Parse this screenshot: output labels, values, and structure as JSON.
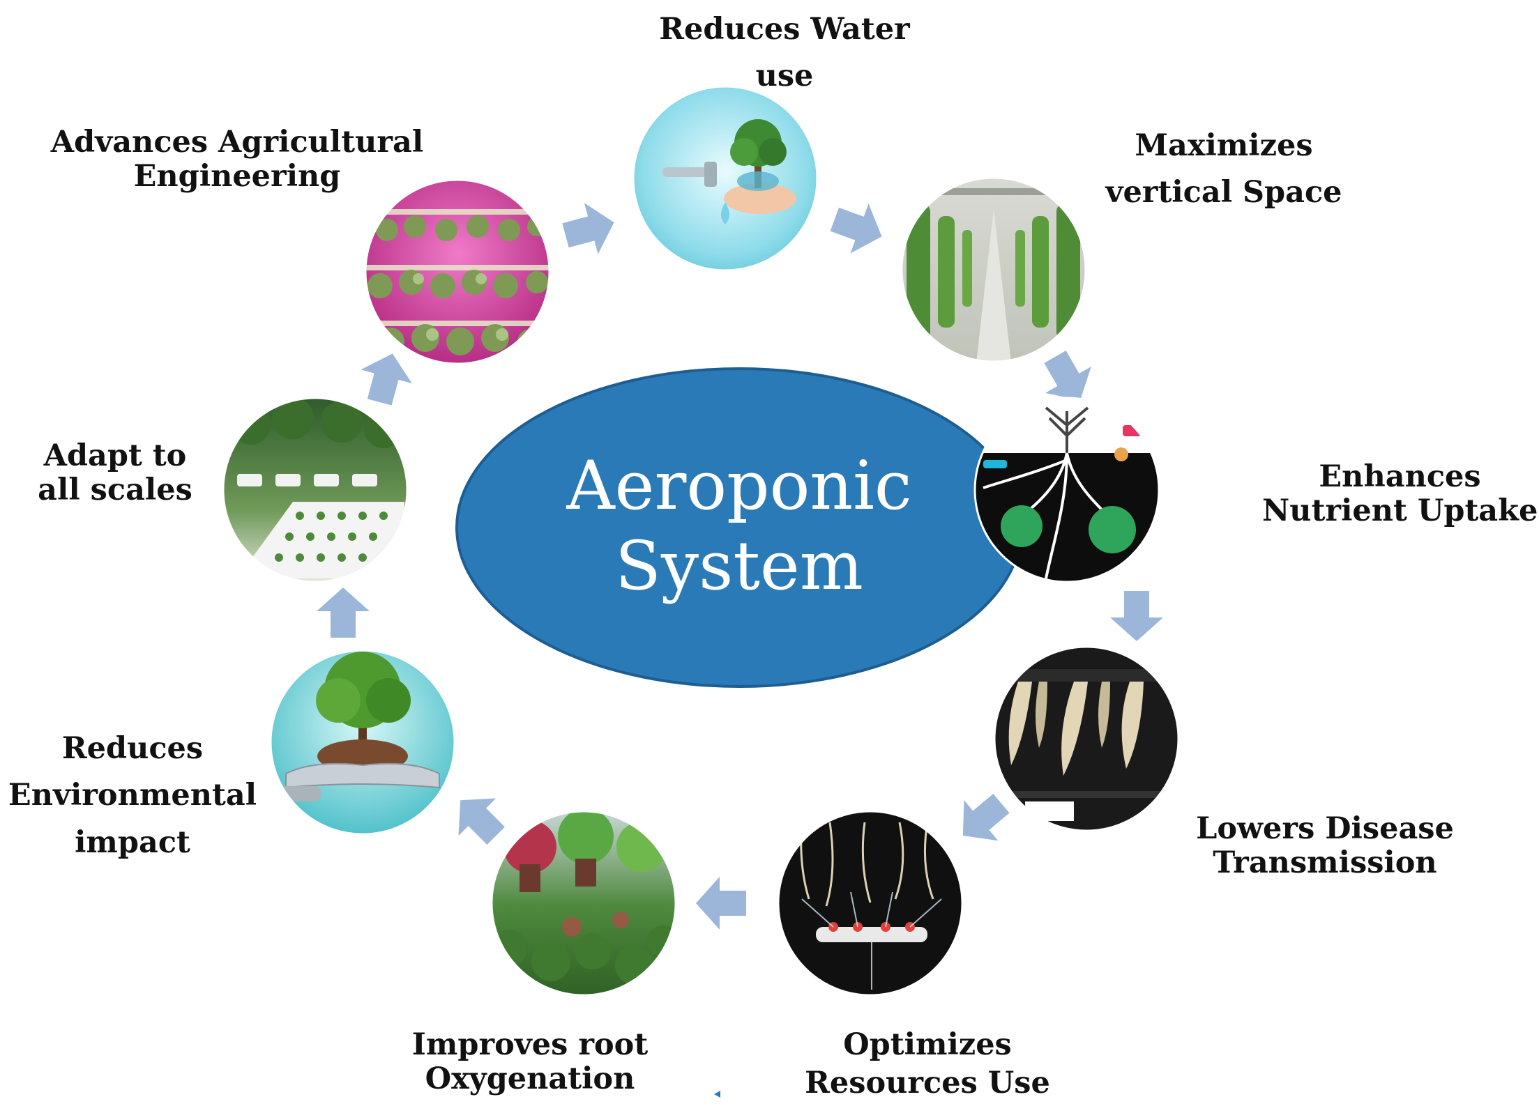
{
  "center": {
    "line1": "Aeroponic",
    "line2": "System"
  },
  "colors": {
    "center_fill": "#2a7ab8",
    "center_stroke": "#1d5e92",
    "arrow": "#9bb6d9",
    "text": "#111111"
  },
  "nodes": [
    {
      "id": "water",
      "line1": "Reduces Water",
      "line2": "use",
      "icon": "water-tap-tree-icon"
    },
    {
      "id": "vertical",
      "line1": "Maximizes",
      "line2": "vertical Space",
      "icon": "vertical-towers-icon"
    },
    {
      "id": "nutrient",
      "line1": "Enhances",
      "line2": "Nutrient Uptake",
      "icon": "root-network-icon"
    },
    {
      "id": "disease",
      "line1": "Lowers Disease",
      "line2": "Transmission",
      "icon": "hanging-roots-icon"
    },
    {
      "id": "resources",
      "line1": "Optimizes",
      "line2": "Resources Use",
      "icon": "mist-sprayer-icon"
    },
    {
      "id": "oxygen",
      "line1": "Improves root",
      "line2": "Oxygenation",
      "icon": "lettuce-planters-icon"
    },
    {
      "id": "environment",
      "line1": "Reduces",
      "line2": "Environmental",
      "line3": "impact",
      "icon": "robot-hand-tree-icon"
    },
    {
      "id": "scales",
      "line1": "Adapt to",
      "line2": "all scales",
      "icon": "tower-garden-icon"
    },
    {
      "id": "engineering",
      "line1": "Advances Agricultural",
      "line2": "Engineering",
      "icon": "led-grow-racks-icon"
    }
  ]
}
